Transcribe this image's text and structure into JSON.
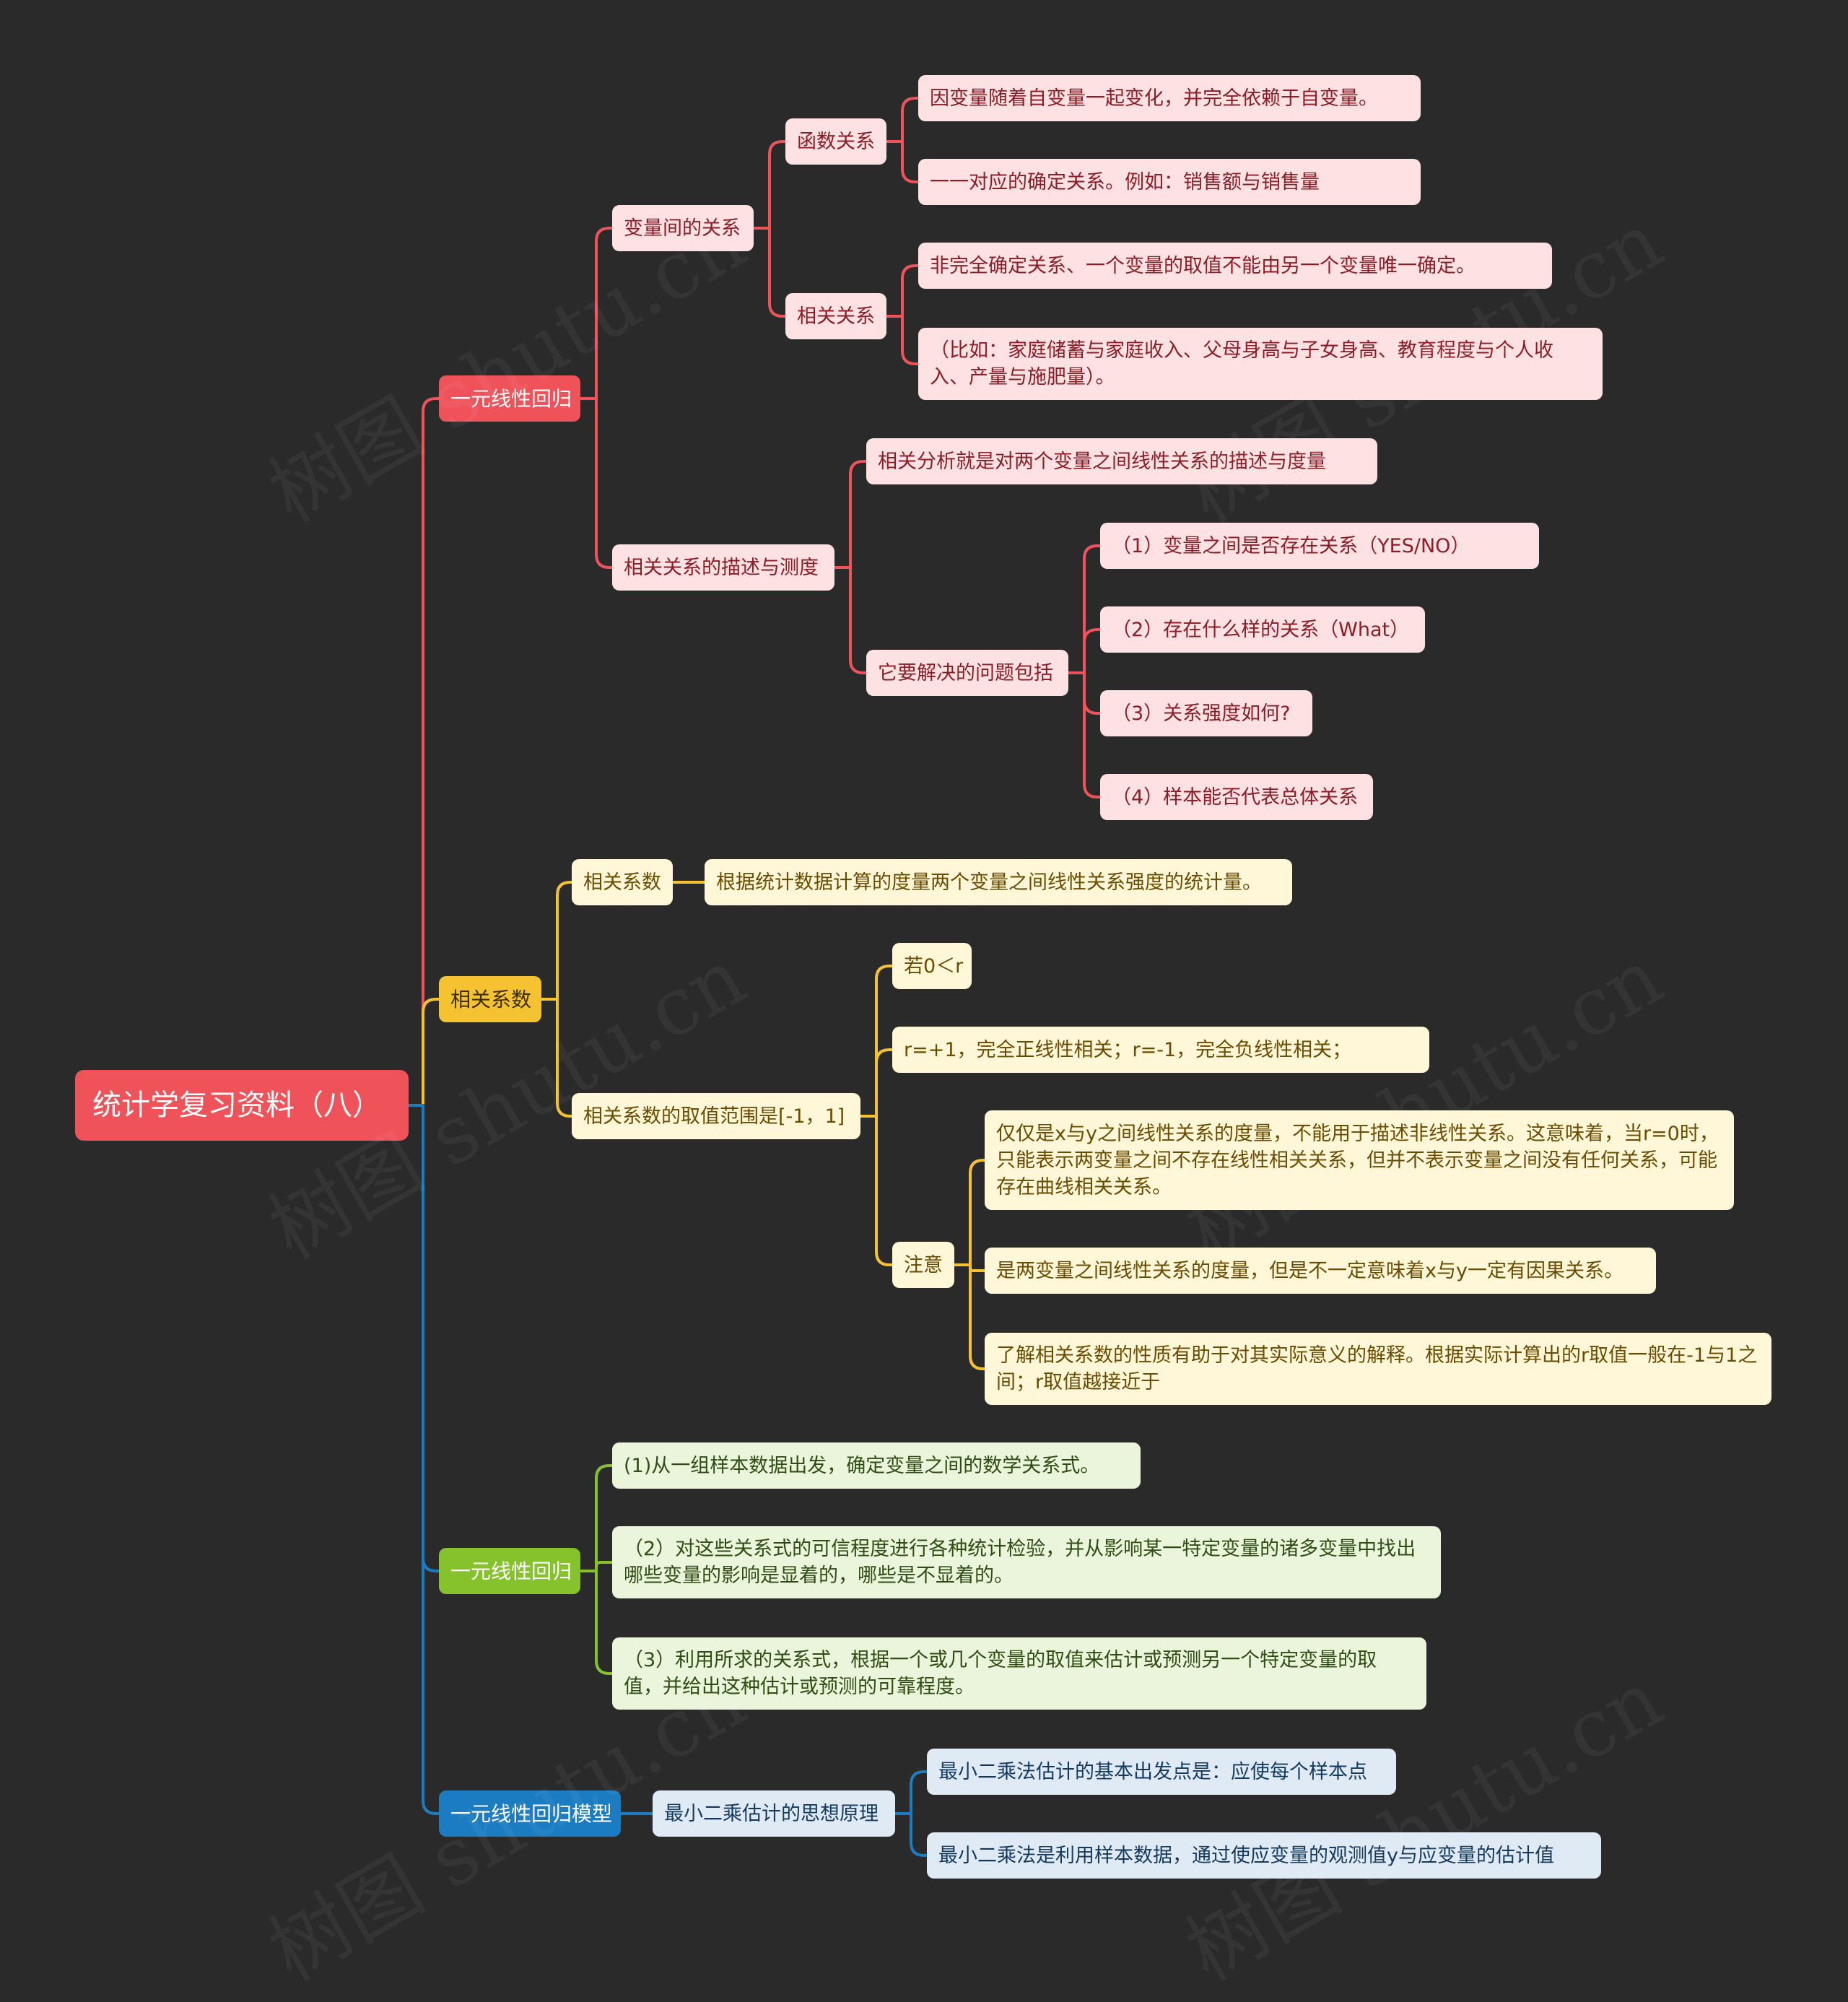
{
  "root": "统计学复习资料（八）",
  "colors": {
    "red": "#f0525a",
    "yellow": "#f5c331",
    "green": "#85c22c",
    "blue": "#1b7cc1"
  },
  "branches": {
    "regression1": {
      "label": "一元线性回归",
      "variables": {
        "label": "变量间的关系",
        "functional": {
          "label": "函数关系",
          "items": [
            "因变量随着自变量一起变化，并完全依赖于自变量。",
            "一一对应的确定关系。例如：销售额与销售量"
          ]
        },
        "correlation": {
          "label": "相关关系",
          "items": [
            "非完全确定关系、一个变量的取值不能由另一个变量唯一确定。",
            "（比如：家庭储蓄与家庭收入、父母身高与子女身高、教育程度与个人收入、产量与施肥量）。"
          ]
        }
      },
      "measure": {
        "label": "相关关系的描述与测度",
        "definition": "相关分析就是对两个变量之间线性关系的描述与度量",
        "problems": {
          "label": "它要解决的问题包括",
          "items": [
            "（1）变量之间是否存在关系（YES/NO）",
            "（2）存在什么样的关系（What）",
            "（3）关系强度如何?",
            "（4）样本能否代表总体关系"
          ]
        }
      }
    },
    "coefficient": {
      "label": "相关系数",
      "definition": {
        "label": "相关系数",
        "text": "根据统计数据计算的度量两个变量之间线性关系强度的统计量。"
      },
      "range": {
        "label": "相关系数的取值范围是[-1，1]",
        "if_text": "若0＜r",
        "perfect_text": "r=+1，完全正线性相关；r=-1，完全负线性相关；",
        "note": {
          "label": "注意",
          "items": [
            "仅仅是x与y之间线性关系的度量，不能用于描述非线性关系。这意味着，当r=0时，只能表示两变量之间不存在线性相关关系，但并不表示变量之间没有任何关系，可能存在曲线相关关系。",
            "是两变量之间线性关系的度量，但是不一定意味着x与y一定有因果关系。",
            "了解相关系数的性质有助于对其实际意义的解释。根据实际计算出的r取值一般在-1与1之间；r取值越接近于"
          ]
        }
      }
    },
    "regression2": {
      "label": "一元线性回归",
      "items": [
        "(1)从一组样本数据出发，确定变量之间的数学关系式。",
        "（2）对这些关系式的可信程度进行各种统计检验，并从影响某一特定变量的诸多变量中找出哪些变量的影响是显着的，哪些是不显着的。",
        "（3）利用所求的关系式，根据一个或几个变量的取值来估计或预测另一个特定变量的取值，并给出这种估计或预测的可靠程度。"
      ]
    },
    "model": {
      "label": "一元线性回归模型",
      "principle": {
        "label": "最小二乘估计的思想原理",
        "items": [
          "最小二乘法估计的基本出发点是：应使每个样本点",
          "最小二乘法是利用样本数据，通过使应变量的观测值y与应变量的估计值"
        ]
      }
    }
  },
  "watermark": "树图 shutu.cn"
}
